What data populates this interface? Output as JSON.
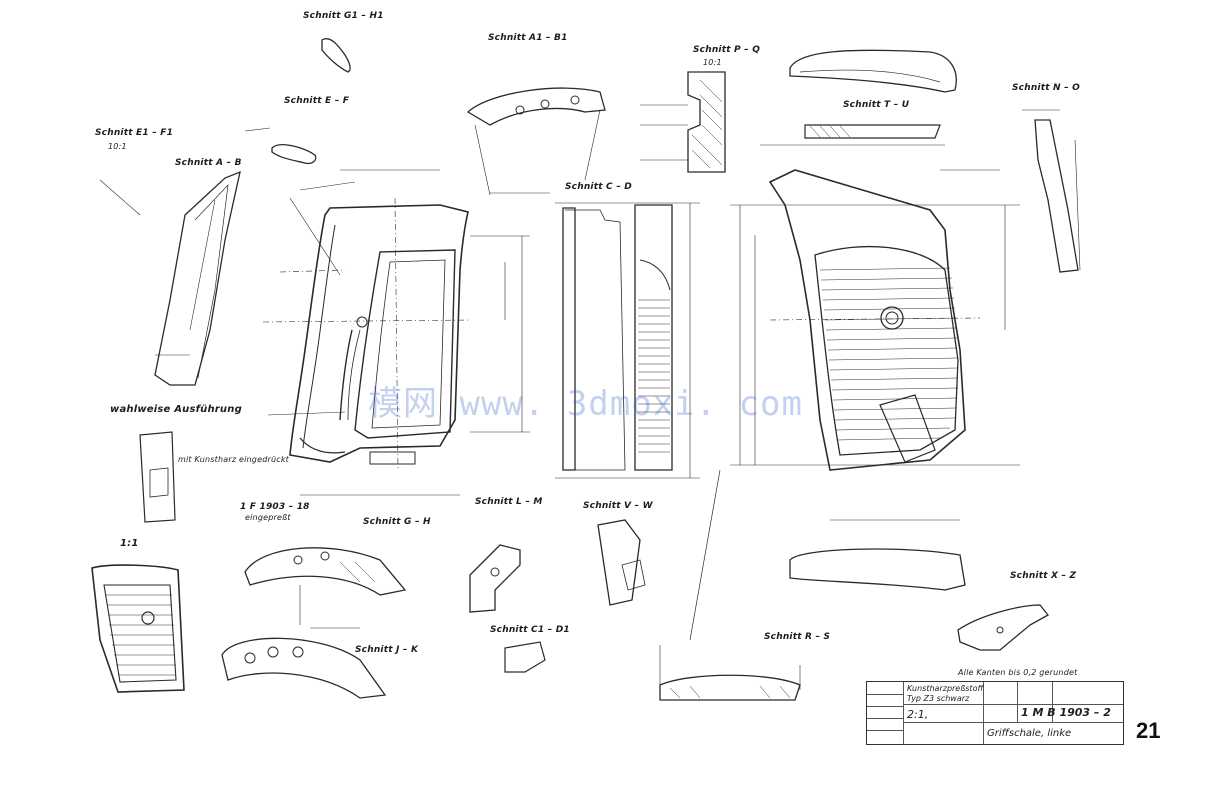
{
  "sections": {
    "g1_h1": "Schnitt G1 – H1",
    "a1_b1": "Schnitt A1 – B1",
    "p_q": "Schnitt P – Q",
    "p_q_scale": "10:1",
    "n_o": "Schnitt N – O",
    "e_f": "Schnitt E – F",
    "t_u": "Schnitt T – U",
    "e1_f1": "Schnitt E1 – F1",
    "e1_f1_scale": "10:1",
    "a_b": "Schnitt A – B",
    "c_d": "Schnitt C – D",
    "g_h": "Schnitt G – H",
    "l_m": "Schnitt L – M",
    "v_w": "Schnitt V – W",
    "j_k": "Schnitt J – K",
    "c1_d1": "Schnitt C1 – D1",
    "r_s": "Schnitt R – S",
    "x_z": "Schnitt X – Z"
  },
  "notes": {
    "wahlweise": "wahlweise Ausführung",
    "kunstharz": "mit Kunstharz eingedrückt",
    "part_no": "1 F 1903 – 18",
    "eingepresst": "eingepreßt",
    "scale_one": "1:1",
    "kanten": "Alle Kanten bis 0,2 gerundet"
  },
  "titleblock": {
    "material": "Kunstharzpreßstoff",
    "typ": "Typ Z3 schwarz",
    "scale": "2:1,",
    "drawing_no": "1 M B 1903 – 2",
    "name": "Griffschale, linke"
  },
  "page_number": "21",
  "watermark": "模网 www. 3dmoxi. com"
}
